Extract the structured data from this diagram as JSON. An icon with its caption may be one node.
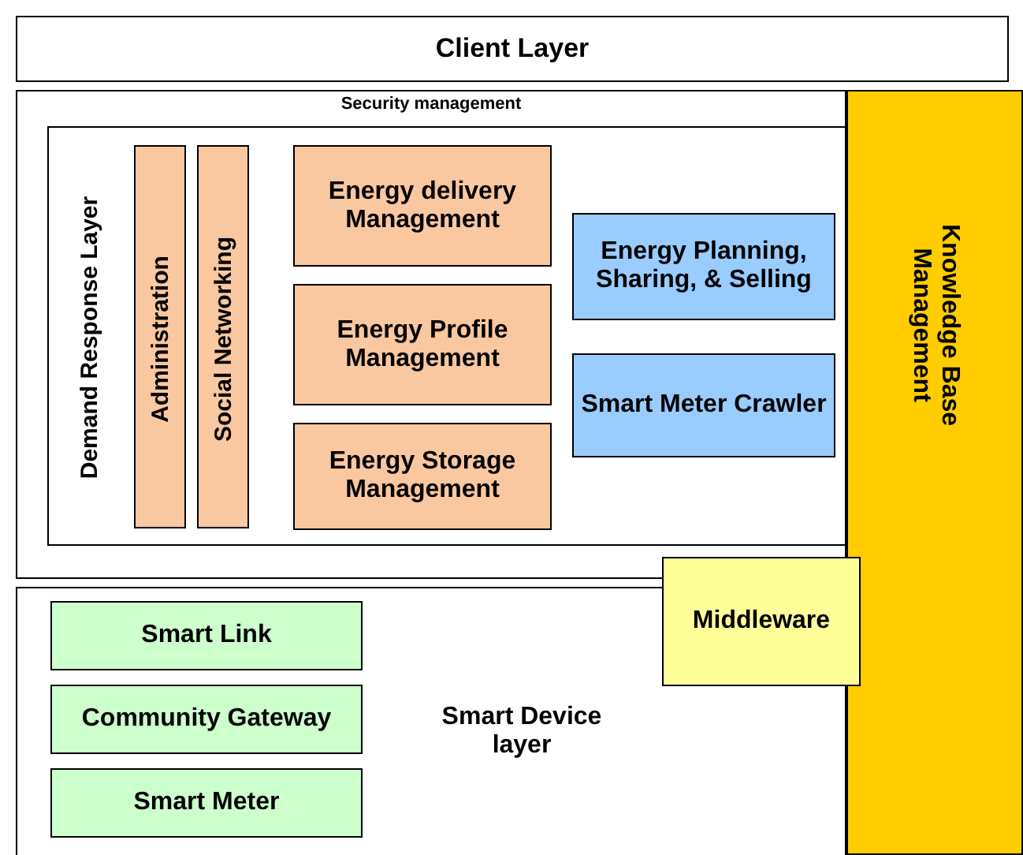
{
  "diagram": {
    "nodes": [
      {
        "text": [
          "Client Layer"
        ]
      },
      {
        "text": [
          "Security management"
        ]
      },
      {
        "text": [
          "Demand Response Layer"
        ],
        "in": 1
      },
      {
        "text": [
          "Administration"
        ],
        "in": 2
      },
      {
        "text": [
          "Social Networking"
        ],
        "in": 2
      },
      {
        "text": [
          "Energy delivery Management"
        ],
        "in": 2
      },
      {
        "text": [
          "Energy Profile Management"
        ],
        "in": 2
      },
      {
        "text": [
          "Energy Storage Management"
        ],
        "in": 2
      },
      {
        "text": [
          "Energy Planning, Sharing, & Selling"
        ],
        "in": 2
      },
      {
        "text": [
          "Smart Meter Crawler"
        ],
        "in": 2
      },
      {
        "text": [
          "Knowledge Base Management"
        ]
      },
      {
        "text": [
          "Smart Device layer"
        ]
      },
      {
        "text": [
          "Smart Link"
        ],
        "in": 11
      },
      {
        "text": [
          "Community Gateway"
        ],
        "in": 11
      },
      {
        "text": [
          "Smart Meter"
        ],
        "in": 11
      },
      {
        "text": [
          "Middleware"
        ]
      }
    ],
    "edges": []
  }
}
